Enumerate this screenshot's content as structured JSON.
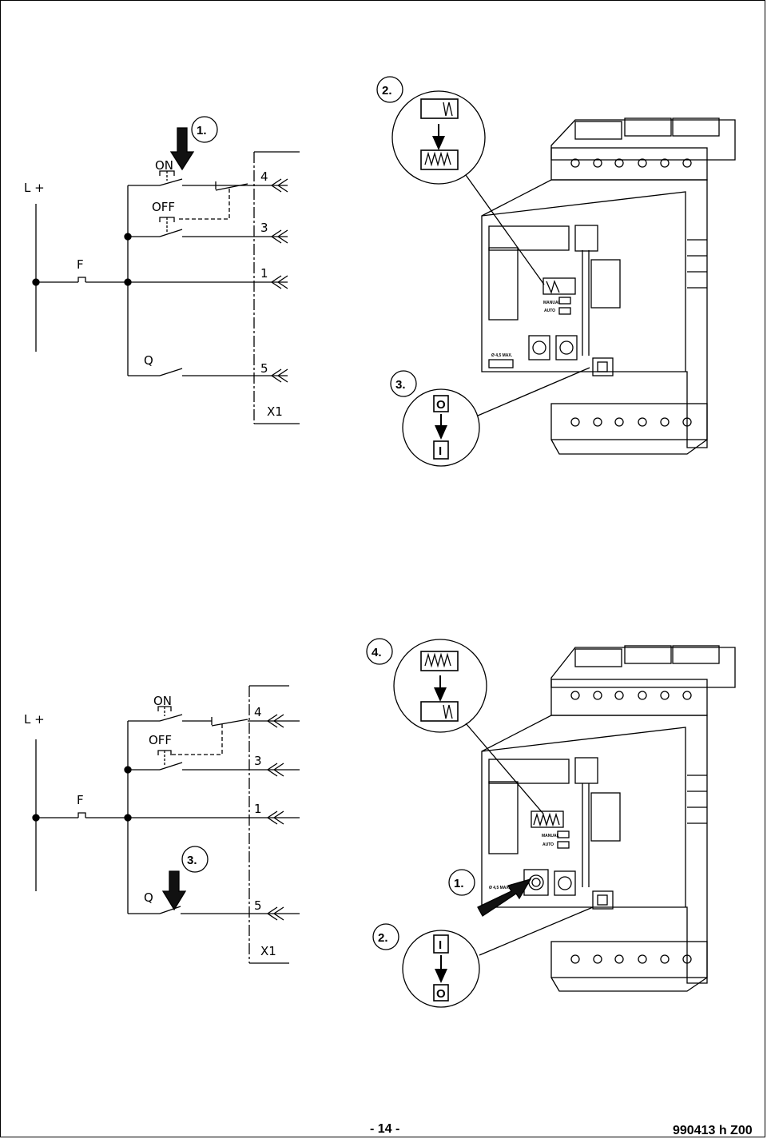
{
  "top": {
    "labels": {
      "supply": "L +",
      "fuse": "F",
      "q": "Q",
      "on": "ON",
      "off": "OFF",
      "x1": "X1",
      "t4": "4",
      "t3": "3",
      "t1": "1",
      "t5": "5"
    },
    "steps": {
      "s1": "1.",
      "s2": "2.",
      "s3": "3."
    },
    "device": {
      "manual": "MANUAL",
      "auto": "AUTO",
      "lock": "Ø 4,5 MAX."
    },
    "sym": {
      "o": "O",
      "i": "I"
    }
  },
  "bottom": {
    "labels": {
      "supply": "L +",
      "fuse": "F",
      "q": "Q",
      "on": "ON",
      "off": "OFF",
      "x1": "X1",
      "t4": "4",
      "t3": "3",
      "t1": "1",
      "t5": "5"
    },
    "steps": {
      "s1": "1.",
      "s2": "2.",
      "s3": "3.",
      "s4": "4."
    },
    "device": {
      "manual": "MANUAL",
      "auto": "AUTO",
      "lock": "Ø 4,5 MAX."
    },
    "sym": {
      "o": "O",
      "i": "I"
    }
  },
  "footer": {
    "page": "- 14 -",
    "code": "990413 h  Z00"
  }
}
